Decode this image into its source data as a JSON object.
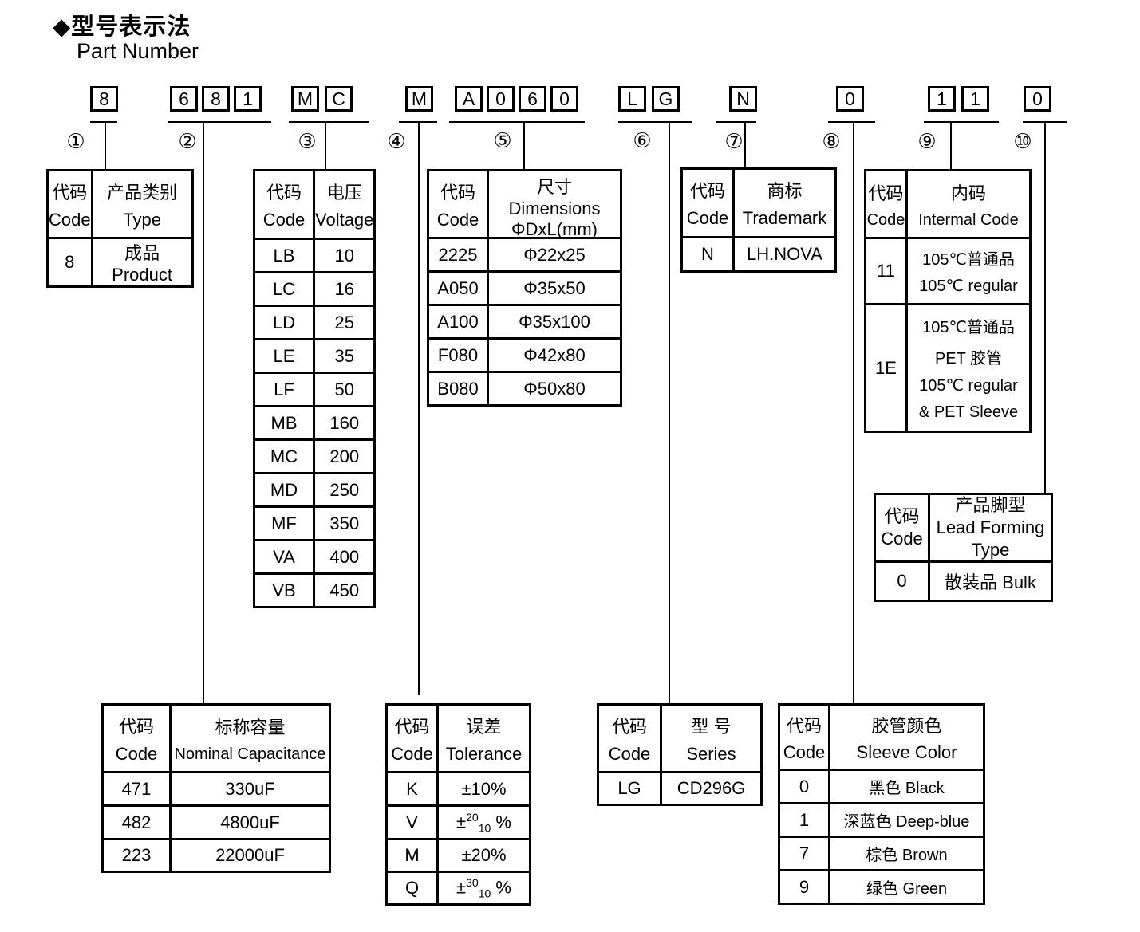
{
  "title": {
    "cn": "◆型号表示法",
    "en": "Part Number"
  },
  "boxes": {
    "g1": [
      "8"
    ],
    "g2": [
      "6",
      "8",
      "1"
    ],
    "g3": [
      "M",
      "C"
    ],
    "g4": [
      "M"
    ],
    "g5": [
      "A",
      "0",
      "6",
      "0"
    ],
    "g6": [
      "L",
      "G"
    ],
    "g7": [
      "N"
    ],
    "g8": [
      "0"
    ],
    "g9": [
      "1",
      "1"
    ],
    "g10": [
      "0"
    ]
  },
  "markers": [
    "①",
    "②",
    "③",
    "④",
    "⑤",
    "⑥",
    "⑦",
    "⑧",
    "⑨",
    "⑩"
  ],
  "tables": {
    "type": {
      "header": {
        "col1_cn": "代码",
        "col1_en": "Code",
        "col2_cn": "产品类别",
        "col2_en": "Type"
      },
      "rows": [
        {
          "code": "8",
          "value": "成品 Product"
        }
      ]
    },
    "voltage": {
      "header": {
        "col1_cn": "代码",
        "col1_en": "Code",
        "col2_cn": "电压",
        "col2_en": "Voltage"
      },
      "rows": [
        {
          "code": "LB",
          "value": "10"
        },
        {
          "code": "LC",
          "value": "16"
        },
        {
          "code": "LD",
          "value": "25"
        },
        {
          "code": "LE",
          "value": "35"
        },
        {
          "code": "LF",
          "value": "50"
        },
        {
          "code": "MB",
          "value": "160"
        },
        {
          "code": "MC",
          "value": "200"
        },
        {
          "code": "MD",
          "value": "250"
        },
        {
          "code": "MF",
          "value": "350"
        },
        {
          "code": "VA",
          "value": "400"
        },
        {
          "code": "VB",
          "value": "450"
        }
      ]
    },
    "dimensions": {
      "header": {
        "col1_cn": "代码",
        "col1_en": "Code",
        "col2_cn": "尺寸 Dimensions",
        "col2_en": "ΦDxL(mm)"
      },
      "rows": [
        {
          "code": "2225",
          "value": "Φ22x25"
        },
        {
          "code": "A050",
          "value": "Φ35x50"
        },
        {
          "code": "A100",
          "value": "Φ35x100"
        },
        {
          "code": "F080",
          "value": "Φ42x80"
        },
        {
          "code": "B080",
          "value": "Φ50x80"
        }
      ]
    },
    "trademark": {
      "header": {
        "col1_cn": "代码",
        "col1_en": "Code",
        "col2_cn": "商标",
        "col2_en": "Trademark"
      },
      "rows": [
        {
          "code": "N",
          "value": "LH.NOVA"
        }
      ]
    },
    "internal_code": {
      "header": {
        "col1_cn": "代码",
        "col1_en": "Code",
        "col2_cn": "内码",
        "col2_en": "Intermal Code"
      },
      "rows": [
        {
          "code": "11",
          "lines": [
            "105℃普通品",
            "105℃ regular"
          ]
        },
        {
          "code": "1E",
          "lines": [
            "105℃普通品",
            "PET 胶管",
            "105℃ regular",
            "& PET Sleeve"
          ]
        }
      ]
    },
    "lead_forming": {
      "header": {
        "col1_cn": "代码",
        "col1_en": "Code",
        "col2_lines": [
          "产品脚型",
          "Lead Forming",
          "Type"
        ]
      },
      "rows": [
        {
          "code": "0",
          "value": "散装品 Bulk"
        }
      ]
    },
    "capacitance": {
      "header": {
        "col1_cn": "代码",
        "col1_en": "Code",
        "col2_cn": "标称容量",
        "col2_en": "Nominal Capacitance"
      },
      "rows": [
        {
          "code": "471",
          "value": "330uF"
        },
        {
          "code": "482",
          "value": "4800uF"
        },
        {
          "code": "223",
          "value": "22000uF"
        }
      ]
    },
    "tolerance": {
      "header": {
        "col1_cn": "代码",
        "col1_en": "Code",
        "col2_cn": "误差",
        "col2_en": "Tolerance"
      },
      "rows": [
        {
          "code": "K",
          "main": "±10%"
        },
        {
          "code": "V",
          "pre": "±",
          "sup": "20",
          "sub": "10",
          "post": " %"
        },
        {
          "code": "M",
          "main": "±20%"
        },
        {
          "code": "Q",
          "pre": "±",
          "sup": "30",
          "sub": "10",
          "post": " %"
        }
      ]
    },
    "series": {
      "header": {
        "col1_cn": "代码",
        "col1_en": "Code",
        "col2_cn": "型 号",
        "col2_en": "Series"
      },
      "rows": [
        {
          "code": "LG",
          "value": "CD296G"
        }
      ]
    },
    "sleeve_color": {
      "header": {
        "col1_cn": "代码",
        "col1_en": "Code",
        "col2_cn": "胶管颜色",
        "col2_en": "Sleeve Color"
      },
      "rows": [
        {
          "code": "0",
          "value": "黑色 Black"
        },
        {
          "code": "1",
          "value": "深蓝色 Deep-blue"
        },
        {
          "code": "7",
          "value": "棕色 Brown"
        },
        {
          "code": "9",
          "value": "绿色 Green"
        }
      ]
    }
  }
}
